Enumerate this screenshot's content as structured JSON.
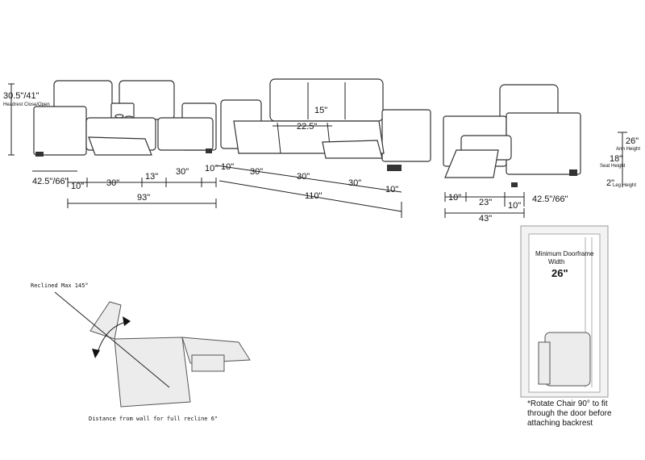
{
  "loveseat": {
    "height_label": "30.5\"/41\"",
    "headrest_label": "Headrest Close/Open",
    "depth_label": "42.5\"/66\"",
    "segments": [
      "10\"",
      "30\"",
      "13\"",
      "30\"",
      "10\""
    ],
    "total_label": "93\""
  },
  "sofa": {
    "seat_depth_label": "15\"",
    "seat_width_label": "22.5\"",
    "segments": [
      "10\"",
      "30\"",
      "30\"",
      "30\"",
      "10\""
    ],
    "total_label": "110\""
  },
  "chair": {
    "arm_height_value": "26\"",
    "arm_height_caption": "Arm Height",
    "seat_height_value": "18\"",
    "seat_height_caption": "Seat Height",
    "leg_height_value": "2\"",
    "leg_height_caption": "Leg Height",
    "segments": [
      "10\"",
      "23\"",
      "10\""
    ],
    "depth_label": "42.5\"/66\"",
    "total_label": "43\""
  },
  "recline": {
    "max_label": "Reclined Max 145°",
    "wall_label": "Distance from wall for full recline 6\""
  },
  "doorframe": {
    "title_line1": "Minimum Doorframe",
    "title_line2": "Width",
    "width_value": "26\"",
    "note_line1": "*Rotate Chair 90° to fit",
    "note_line2": "through the door before",
    "note_line3": "attaching backrest"
  }
}
